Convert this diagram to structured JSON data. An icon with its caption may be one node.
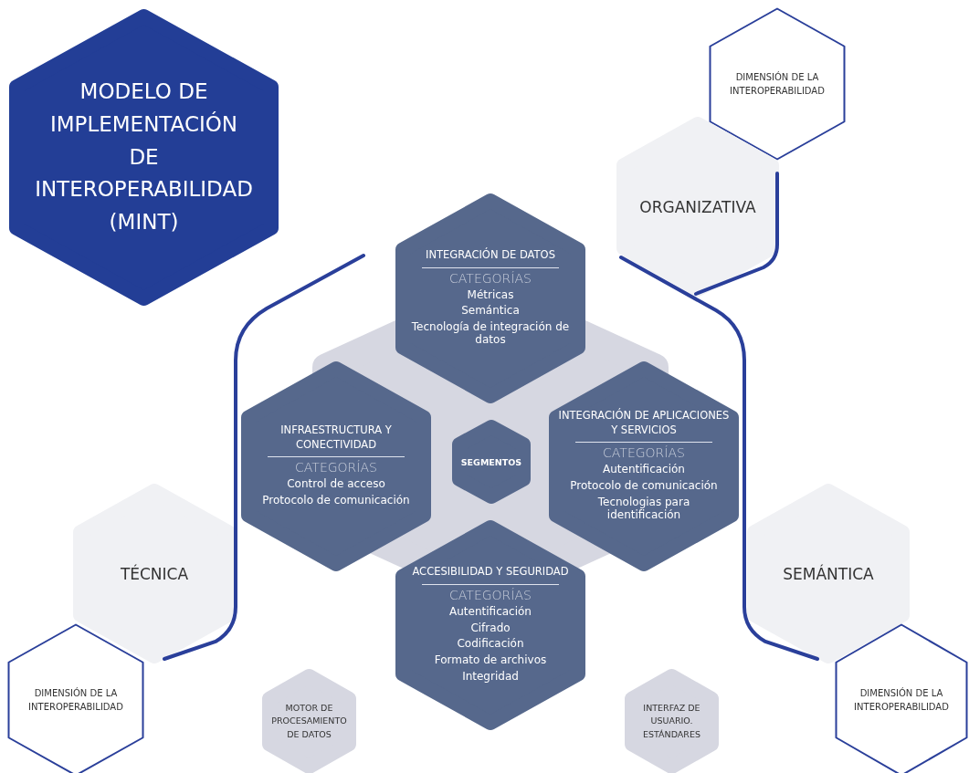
{
  "diagram": {
    "nodes": [
      {
        "text": [
          "MODELO DE IMPLEMENTACIÓN DE INTEROPERABILIDAD (MINT)"
        ]
      },
      {
        "text": [
          "DIMENSIÓN DE LA INTEROPERABILIDAD"
        ]
      },
      {
        "text": [
          "ORGANIZATIVA"
        ]
      },
      {
        "text": [
          "INTEGRACIÓN DE DATOS",
          "CATEGORÍAS",
          "Métricas",
          "Semántica",
          "Tecnología de integración de datos"
        ]
      },
      {
        "text": [
          "INFRAESTRUCTURA Y CONECTIVIDAD",
          "CATEGORÍAS",
          "Control de acceso",
          "Protocolo de comunicación"
        ]
      },
      {
        "text": [
          "SEGMENTOS"
        ]
      },
      {
        "text": [
          "INTEGRACIÓN DE APLICACIONES Y SERVICIOS",
          "CATEGORÍAS",
          "Autentificación",
          "Protocolo de comunicación",
          "Tecnologias para identificación"
        ]
      },
      {
        "text": [
          "TÉCNICA"
        ]
      },
      {
        "text": [
          "SEMÁNTICA"
        ]
      },
      {
        "text": [
          "ACCESIBILIDAD Y SEGURIDAD",
          "CATEGORÍAS",
          "Autentificación",
          "Cifrado",
          "Codificación",
          "Formato de archivos",
          "Integridad"
        ]
      },
      {
        "text": [
          "DIMENSIÓN DE LA INTEROPERABILIDAD"
        ]
      },
      {
        "text": [
          "MOTOR DE PROCESAMIENTO DE DATOS"
        ]
      },
      {
        "text": [
          "INTERFAZ DE USUARIO. ESTÁNDARES"
        ]
      },
      {
        "text": [
          "DIMENSIÓN DE LA INTEROPERABILIDAD"
        ]
      }
    ]
  }
}
